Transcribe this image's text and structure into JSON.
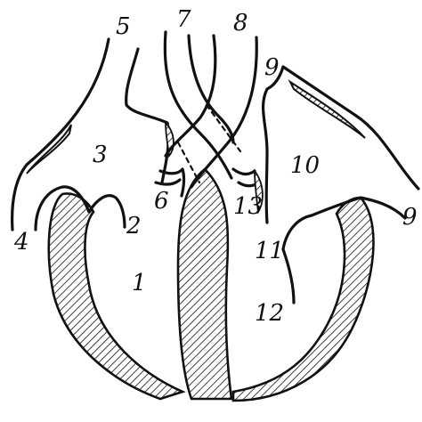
{
  "diagram": {
    "labels": {
      "l1": "1",
      "l2": "2",
      "l3": "3",
      "l4": "4",
      "l5": "5",
      "l6": "6",
      "l7": "7",
      "l8": "8",
      "l9a": "9",
      "l9b": "9",
      "l10": "10",
      "l11": "11",
      "l12": "12",
      "l13": "13"
    },
    "colors": {
      "ink": "#111111",
      "background": "#ffffff"
    }
  }
}
